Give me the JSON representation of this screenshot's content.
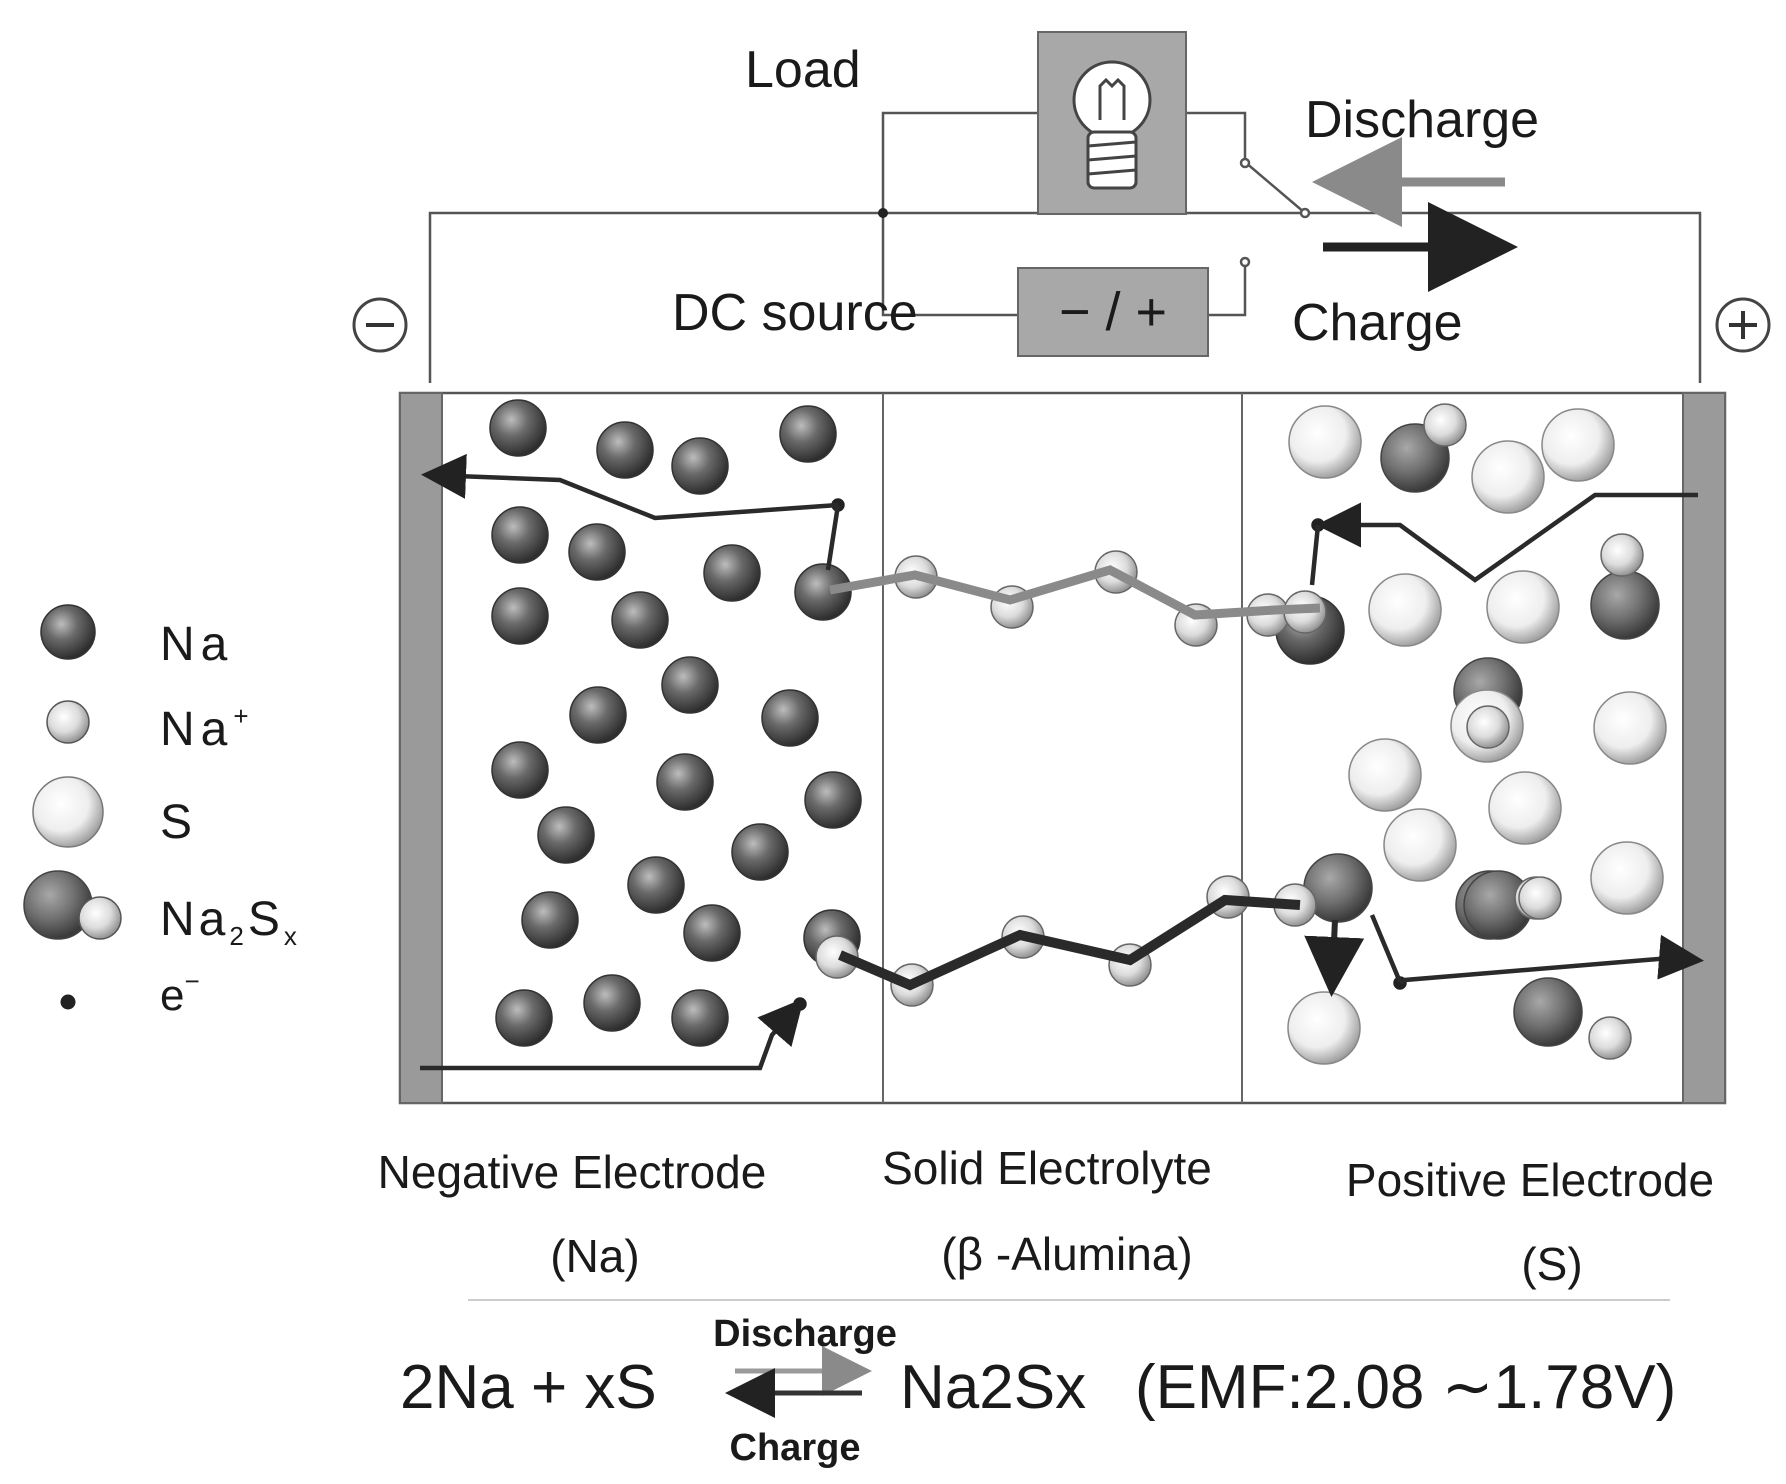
{
  "circuit": {
    "load_label": "Load",
    "discharge_label": "Discharge",
    "charge_label": "Charge",
    "dc_source_label": "DC source",
    "dc_source_symbol": "− / +",
    "negative_terminal": "−",
    "positive_terminal": "+"
  },
  "legend": {
    "items": [
      {
        "key": "na",
        "label": "Na"
      },
      {
        "key": "na_ion",
        "label": "Na",
        "sup": "+"
      },
      {
        "key": "s",
        "label": "S"
      },
      {
        "key": "na2sx",
        "label": "Na",
        "sub1": "2",
        "label2": "S",
        "sub2": "x"
      },
      {
        "key": "electron",
        "label": "e",
        "sup": "−"
      }
    ]
  },
  "regions": {
    "negative": {
      "title": "Negative Electrode",
      "sub": "(Na)"
    },
    "electrolyte": {
      "title": "Solid Electrolyte",
      "sub": "(β  -Alumina)"
    },
    "positive": {
      "title": "Positive Electrode",
      "sub": "(S)"
    }
  },
  "equation": {
    "left": "2Na + xS",
    "top_arrow": "Discharge",
    "bottom_arrow": "Charge",
    "right": "Na2Sx",
    "emf": "(EMF:2.08 ∼1.78V)"
  },
  "colors": {
    "sodium": "#4a4a4a",
    "sulfur": "#e8e8e8",
    "electrode_bar": "#9a9a9a",
    "load_box": "#a8a8a8",
    "arrow_discharge": "#8c8c8c",
    "arrow_charge": "#222222"
  }
}
